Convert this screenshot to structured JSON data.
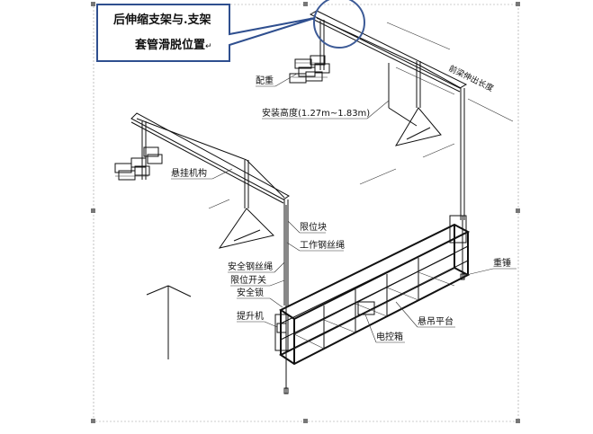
{
  "callout": {
    "line1": "后伸缩支架与.支架",
    "line2": "套管滑脱位置",
    "return_mark": "↵"
  },
  "labels": {
    "counterweight": "配重",
    "front_beam_extension": "前梁伸出长度",
    "install_height": "安装高度(1.27m~1.83m)",
    "suspension_mechanism": "悬挂机构",
    "limit_block": "限位块",
    "work_wire_rope": "工作钢丝绳",
    "safety_wire_rope": "安全钢丝绳",
    "limit_switch": "限位开关",
    "safety_lock": "安全锁",
    "hoist": "提升机",
    "hanging_platform": "悬吊平台",
    "control_box": "电控箱",
    "heavy_hammer": "重锤"
  },
  "colors": {
    "callout_border": "#2f4f8f",
    "highlight_circle": "#3d5b97",
    "line": "#111111",
    "handle": "#777777"
  }
}
